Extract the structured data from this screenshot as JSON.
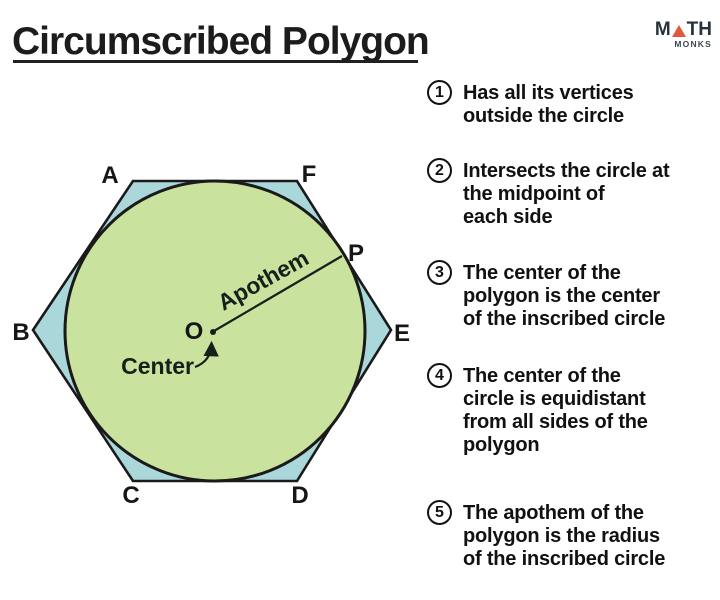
{
  "title": "Circumscribed Polygon",
  "logo": {
    "math_m": "M",
    "math_th": "TH",
    "monks": "MONKS",
    "triangle_color": "#e0593f"
  },
  "diagram": {
    "vertices": {
      "a": "A",
      "f": "F",
      "b": "B",
      "e": "E",
      "c": "C",
      "d": "D"
    },
    "center_point": "O",
    "tangent_point": "P",
    "apothem_label": "Apothem",
    "center_label": "Center",
    "colors": {
      "hexagon_fill": "#aad8da",
      "circle_fill": "#c9e29d",
      "outline": "#1a1a1a"
    }
  },
  "list": {
    "items": [
      {
        "number": "1",
        "lines": [
          "Has all its vertices",
          "outside the circle"
        ]
      },
      {
        "number": "2",
        "lines": [
          "Intersects the circle at",
          "the midpoint of",
          "each side"
        ]
      },
      {
        "number": "3",
        "lines": [
          "The center of the",
          "polygon is the center",
          "of the inscribed circle"
        ]
      },
      {
        "number": "4",
        "lines": [
          "The center of the",
          "circle is equidistant",
          "from all sides of the",
          "polygon"
        ]
      },
      {
        "number": "5",
        "lines": [
          "The apothem of the",
          "polygon is the radius",
          "of the inscribed circle"
        ]
      }
    ]
  }
}
